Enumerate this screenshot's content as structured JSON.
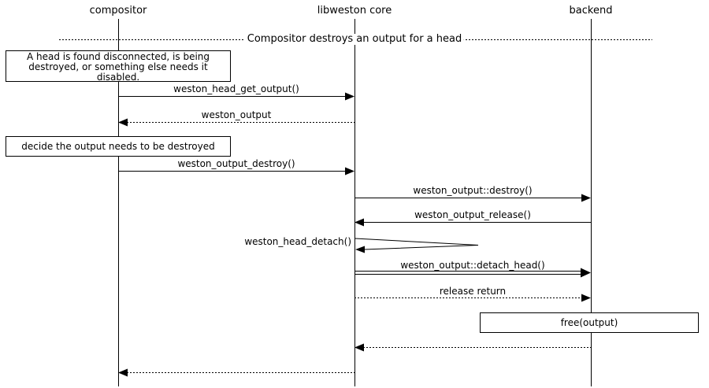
{
  "diagram": {
    "participants": [
      {
        "label": "compositor"
      },
      {
        "label": "libweston core"
      },
      {
        "label": "backend"
      }
    ],
    "divider_label": "Compositor destroys an output for a head",
    "notes": {
      "precondition": "A head is found disconnected, is being destroyed, or something else needs it disabled.",
      "decision": "decide the output needs to be destroyed",
      "free_output": "free(output)"
    },
    "messages": {
      "head_get_output": "weston_head_get_output()",
      "weston_output_return": "weston_output",
      "output_destroy": "weston_output_destroy()",
      "output_destroy_method": "weston_output::destroy()",
      "output_release": "weston_output_release()",
      "head_detach": "weston_head_detach()",
      "output_detach_head": "weston_output::detach_head()",
      "release_return": "release return"
    },
    "colors": {
      "line": "#000000",
      "background": "#ffffff",
      "text": "#000000"
    }
  }
}
